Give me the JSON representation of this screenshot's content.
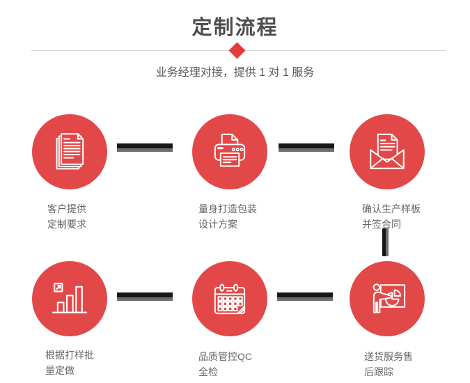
{
  "header": {
    "title": "定制流程",
    "subtitle": "业务经理对接，提供 1 对 1 服务"
  },
  "steps": [
    {
      "icon": "documents-icon",
      "label_line1": "客户提供",
      "label_line2": "定制要求"
    },
    {
      "icon": "printer-icon",
      "label_line1": "量身打造包装",
      "label_line2": "设计方案"
    },
    {
      "icon": "envelope-letter-icon",
      "label_line1": "确认生产样板",
      "label_line2": "并签合同"
    },
    {
      "icon": "bar-chart-icon",
      "label_line1": "根据打样批",
      "label_line2": "量定做"
    },
    {
      "icon": "calendar-icon",
      "label_line1": "品质管控QC",
      "label_line2": "全检"
    },
    {
      "icon": "presentation-icon",
      "label_line1": "送货服务售",
      "label_line2": "后跟踪"
    }
  ],
  "colors": {
    "circle_red": "#e34848",
    "diamond_red": "#e23c3c",
    "icon_stroke": "#ffffff",
    "connector_dark": "#171717",
    "connector_gray": "#6e6e6e",
    "title_text": "#4d4d4d",
    "subtitle_text": "#595959",
    "label_text": "#666666",
    "divider_line": "#d6d6d6"
  }
}
